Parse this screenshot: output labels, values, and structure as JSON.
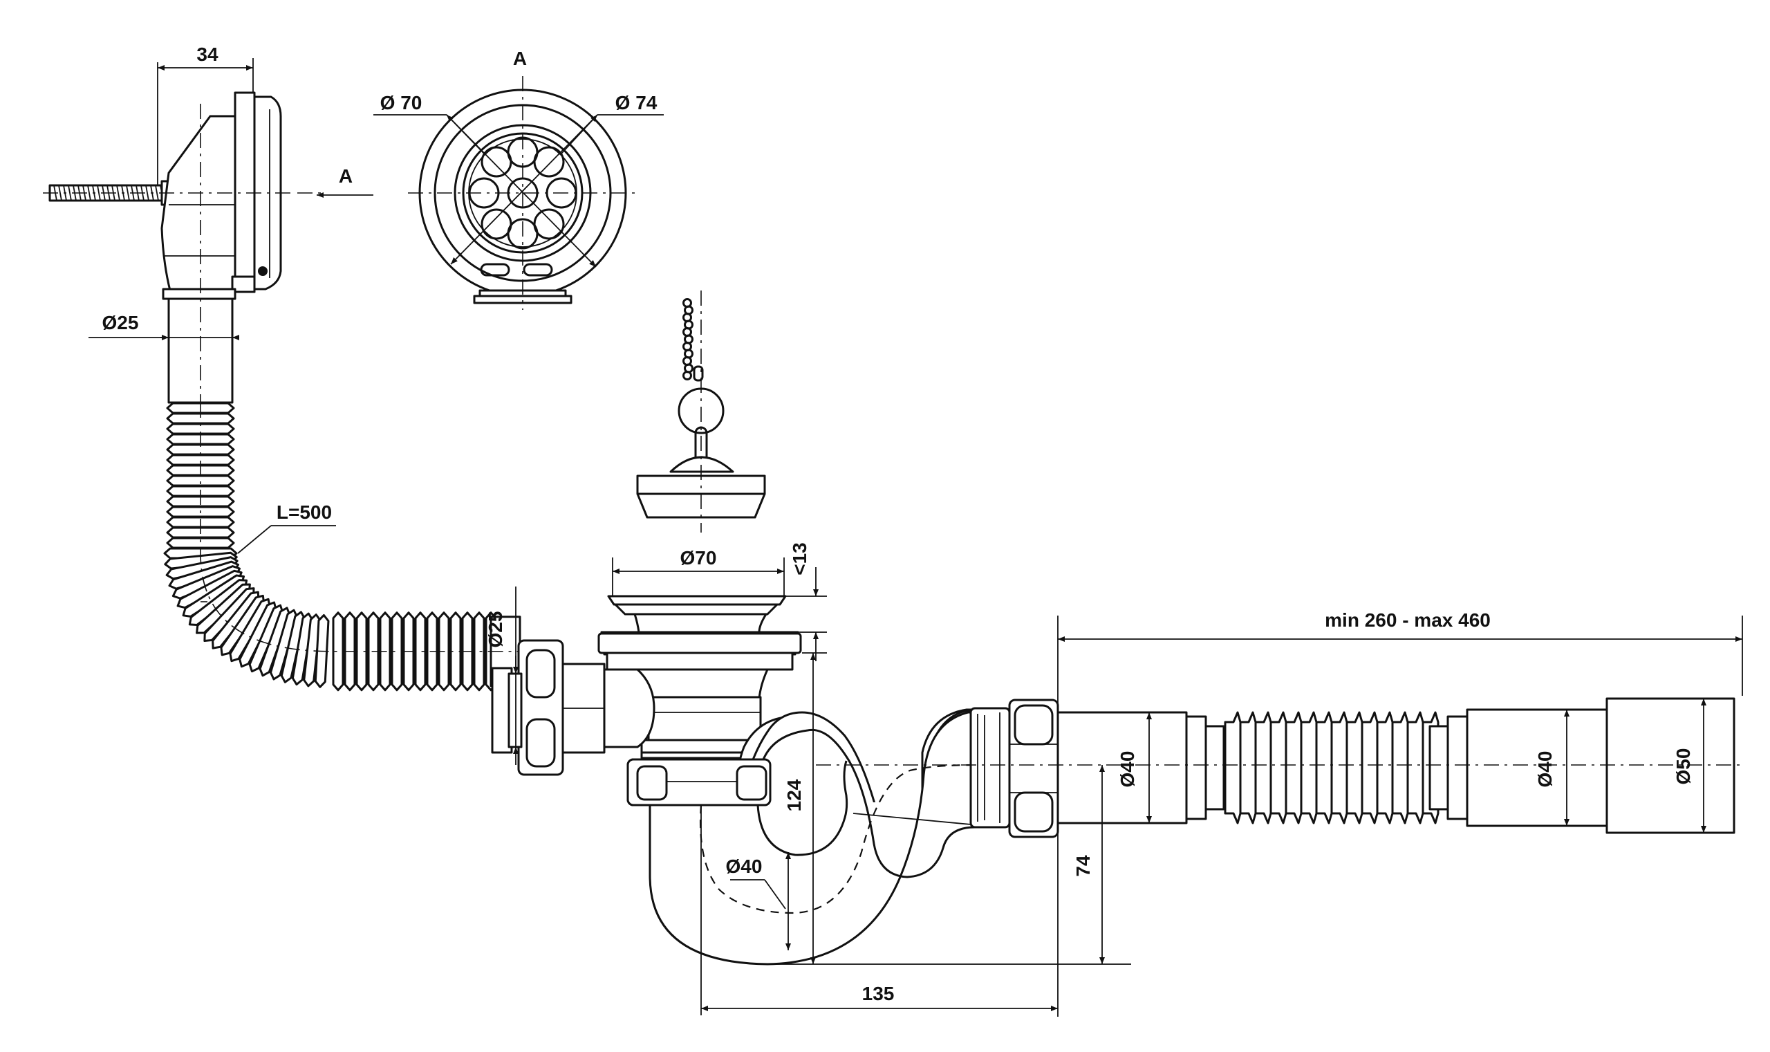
{
  "labels": {
    "width_34": "34",
    "section_A_top": "A",
    "view_arrow_A": "A",
    "dia_70_grate": "Ø 70",
    "dia_74_grate": "Ø 74",
    "dia_25_overflow": "Ø25",
    "hose_length": "L=500",
    "dia_70_drain": "Ø70",
    "max_13": "<13",
    "dia_25_vertical": "Ø25",
    "outlet_range": "min 260 - max 460",
    "dia_40_outlet": "Ø40",
    "dia_40_second": "Ø40",
    "dia_50": "Ø50",
    "height_124": "124",
    "height_74": "74",
    "dia_40_trap": "Ø40",
    "width_135": "135"
  },
  "colors": {
    "ink": "#111111",
    "paper": "#ffffff"
  }
}
